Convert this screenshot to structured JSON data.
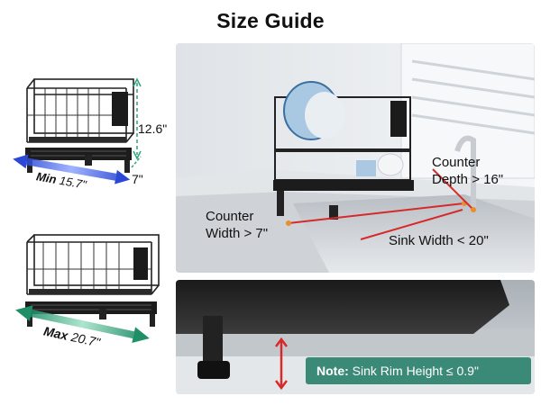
{
  "title": "Size Guide",
  "min_rack": {
    "height": "12.6\"",
    "depth": "7\"",
    "min_bold": "Min",
    "min_value": "15.7\""
  },
  "max_rack": {
    "max_bold": "Max",
    "max_value": "20.7\""
  },
  "sink_photo": {
    "counter_width": "Counter\nWidth > 7\"",
    "counter_depth": "Counter\nDepth > 16\"",
    "sink_width": "Sink Width < 20\""
  },
  "rim_photo": {
    "note_bold": "Note:",
    "note_text": " Sink Rim Height ≤ 0.9\""
  },
  "colors": {
    "teal_accent": "#3b8a78",
    "red_marker": "#d62a2a",
    "blue_gradient": "#3a5bd9",
    "green_gradient": "#2fa37a"
  }
}
